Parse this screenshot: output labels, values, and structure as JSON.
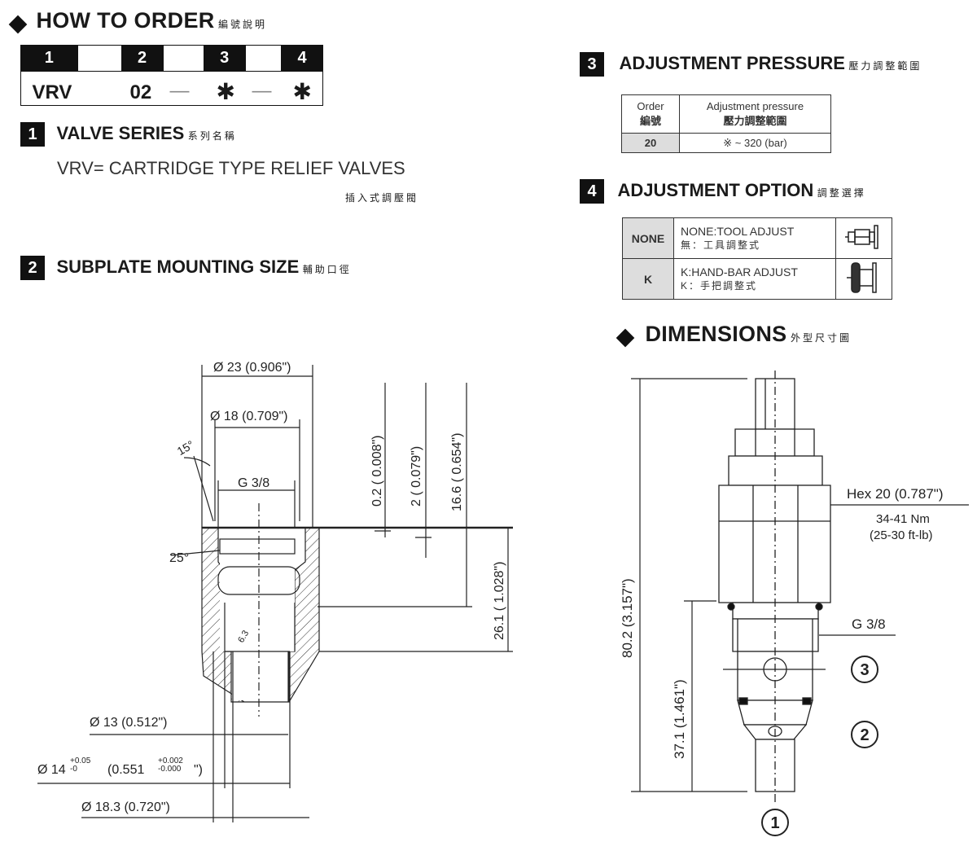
{
  "how_to_order": {
    "title": "HOW TO  ORDER",
    "title_cn": "編號說明"
  },
  "code_table": {
    "positions": [
      "1",
      "2",
      "3",
      "4"
    ],
    "values": {
      "model": "VRV",
      "size": "02",
      "dash1": "—",
      "p3": "✱",
      "dash2": "—",
      "p4": "✱"
    }
  },
  "sec1": {
    "num": "1",
    "title": "VALVE SERIES",
    "title_cn": "系列名稱",
    "desc": "VRV= CARTRIDGE TYPE RELIEF VALVES",
    "desc_cn": "插入式調壓閥"
  },
  "sec2": {
    "num": "2",
    "title": "SUBPLATE MOUNTING SIZE",
    "title_cn": "輔助口徑"
  },
  "sec3": {
    "num": "3",
    "title": "ADJUSTMENT PRESSURE",
    "title_cn": "壓力調整範圍",
    "table": {
      "h1": "Order",
      "h1_cn": "編號",
      "h2": "Adjustment pressure",
      "h2_cn": "壓力調整範圍",
      "code": "20",
      "range": "※ ~ 320 (bar)"
    }
  },
  "sec4": {
    "num": "4",
    "title": "ADJUSTMENT OPTION",
    "title_cn": "調整選擇",
    "rows": [
      {
        "code": "NONE",
        "label": "NONE:TOOL ADJUST",
        "label_cn": "無：工具調整式",
        "icon": "tool-adjust-icon"
      },
      {
        "code": "K",
        "label": "K:HAND-BAR ADJUST",
        "label_cn": "K：手把調整式",
        "icon": "hand-bar-icon"
      }
    ]
  },
  "dimensions": {
    "title": "DIMENSIONS",
    "title_cn": "外型尺寸圖"
  },
  "subplate_dims": {
    "d23": "Ø 23 (0.906\")",
    "d18": "Ø 18 (0.709\")",
    "g38": "G 3/8",
    "a15": "15°",
    "a25": "25°",
    "v02": "0.2 ( 0.008\")",
    "v2": "2 ( 0.079\")",
    "v166": "16.6 ( 0.654\")",
    "v261": "26.1 ( 1.028\")",
    "d13": "Ø 13 (0.512\")",
    "d14": "Ø 14",
    "d14_tol_up": "+0.05",
    "d14_tol_lo": "-0",
    "d14_in": "(0.551",
    "d14_in_up": "+0.002",
    "d14_in_lo": "-0.000",
    "d14_in_close": "\")",
    "d183": "Ø 18.3 (0.720\")",
    "ra": "6.3"
  },
  "valve_dims": {
    "hex": "Hex 20 (0.787\")",
    "torque1": "34-41 Nm",
    "torque2": "(25-30 ft-lb)",
    "g38": "G 3/8",
    "h802": "80.2 (3.157\")",
    "h371": "37.1 (1.461\")",
    "port3": "3",
    "port2": "2",
    "port1": "1"
  }
}
